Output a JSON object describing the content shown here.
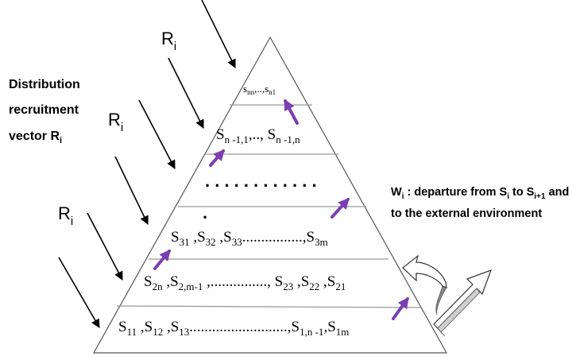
{
  "labels": {
    "ri_top": {
      "r": "R",
      "sub": "i"
    },
    "ri_mid": {
      "r": "R",
      "sub": "i"
    },
    "ri_low": {
      "r": "R",
      "sub": "i"
    },
    "distribution_line1": "Distribution",
    "distribution_line2": "recruitment",
    "distribution_line3": "vector R",
    "distribution_sub": "i",
    "w_label": {
      "w": "W",
      "wsub": "i",
      "text1": " : departure from S",
      "sub1": "i",
      "text2": "  to S",
      "sub2": "i+1",
      "text3": " and"
    },
    "w_label_line2": "to the external environment"
  },
  "levels": {
    "top": "s",
    "top_sub": "nn",
    "top_mid": ",..,s",
    "top_sub2": "n1",
    "n1": {
      "s1": "S",
      "sub1": "n -1,1",
      "mid": ",.., S",
      "sub2": "n -1,n"
    },
    "dots_row": ". . . . . . . . . . . .",
    "single_dot": ".",
    "row3": {
      "s1": "S",
      "sub1": "31",
      "c1": " ,S",
      "sub2": "32",
      "c2": " ,S",
      "sub3": "33",
      "dots": "................,S",
      "sub4": "3m"
    },
    "row2": {
      "s1": "S",
      "sub1": "2n",
      "c1": " ,S",
      "sub2": "2,m-1",
      "dots": " ,..............., S",
      "sub3": "23",
      "c2": " ,S",
      "sub4": "22",
      "c3": " ,S",
      "sub5": "21"
    },
    "row1": {
      "s1": "S",
      "sub1": "11",
      "c1": " ,S",
      "sub2": "12",
      "c2": " ,S",
      "sub3": "13",
      "dots": "..........................,S",
      "sub4": "1,n -1",
      "c3": ",S",
      "sub5": "1m"
    }
  },
  "colors": {
    "line": "#000000",
    "level_line": "#9a9a9a",
    "up_arrow": "#7a3fb2"
  }
}
